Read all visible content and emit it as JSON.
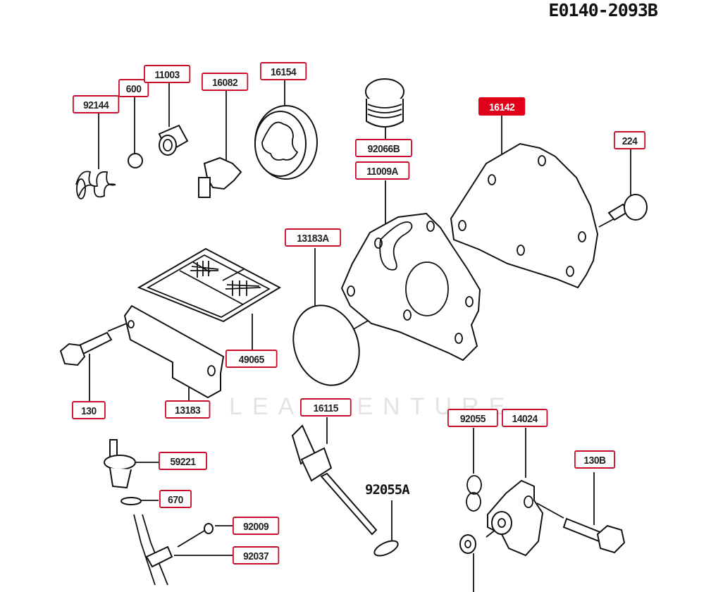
{
  "diagram_ref": "E0140-2093B",
  "watermark": "LEADVENTURE",
  "selected_part": "16142",
  "accent_color": "#c8102e",
  "selected_color": "#e0001a",
  "labels": [
    {
      "id": "92144",
      "text": "92144"
    },
    {
      "id": "600",
      "text": "600"
    },
    {
      "id": "11003",
      "text": "11003"
    },
    {
      "id": "16082",
      "text": "16082"
    },
    {
      "id": "16154",
      "text": "16154"
    },
    {
      "id": "92066B",
      "text": "92066B"
    },
    {
      "id": "11009A",
      "text": "11009A"
    },
    {
      "id": "16142",
      "text": "16142"
    },
    {
      "id": "224",
      "text": "224"
    },
    {
      "id": "13183A",
      "text": "13183A"
    },
    {
      "id": "49065",
      "text": "49065"
    },
    {
      "id": "130",
      "text": "130"
    },
    {
      "id": "13183",
      "text": "13183"
    },
    {
      "id": "16115",
      "text": "16115"
    },
    {
      "id": "92055",
      "text": "92055"
    },
    {
      "id": "14024",
      "text": "14024"
    },
    {
      "id": "130B",
      "text": "130B"
    },
    {
      "id": "59221",
      "text": "59221"
    },
    {
      "id": "670",
      "text": "670"
    },
    {
      "id": "92009",
      "text": "92009"
    },
    {
      "id": "92037",
      "text": "92037"
    }
  ],
  "unboxed_labels": [
    {
      "id": "92055A",
      "text": "92055A"
    }
  ]
}
